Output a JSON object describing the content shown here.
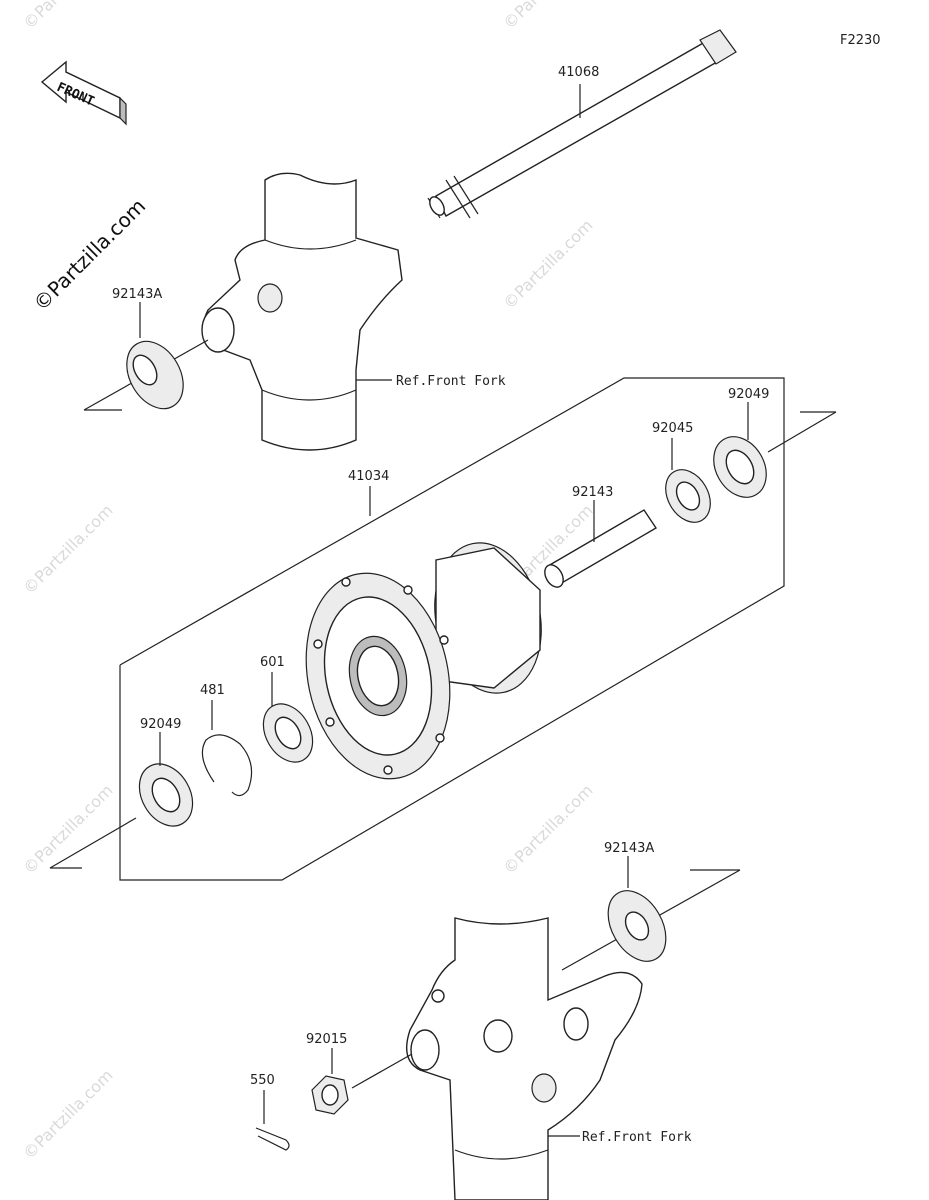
{
  "diagram_code": "F2230",
  "watermark": "©Partzilla.com",
  "front_arrow": {
    "text": "FRONT"
  },
  "parts": [
    {
      "id": "41068"
    },
    {
      "id": "92143A-top",
      "label": "92143A"
    },
    {
      "id": "92049-right",
      "label": "92049"
    },
    {
      "id": "92045"
    },
    {
      "id": "41034"
    },
    {
      "id": "92143"
    },
    {
      "id": "601"
    },
    {
      "id": "481"
    },
    {
      "id": "92049-left",
      "label": "92049"
    },
    {
      "id": "92143A-bottom",
      "label": "92143A"
    },
    {
      "id": "92015"
    },
    {
      "id": "550"
    }
  ],
  "labels": {
    "p41068": "41068",
    "p92143A_top": "92143A",
    "p92049_right": "92049",
    "p92045": "92045",
    "p41034": "41034",
    "p92143": "92143",
    "p601": "601",
    "p481": "481",
    "p92049_left": "92049",
    "p92143A_bottom": "92143A",
    "p92015": "92015",
    "p550": "550"
  },
  "refs": {
    "front_fork_top": "Ref.Front Fork",
    "front_fork_bottom": "Ref.Front Fork"
  }
}
